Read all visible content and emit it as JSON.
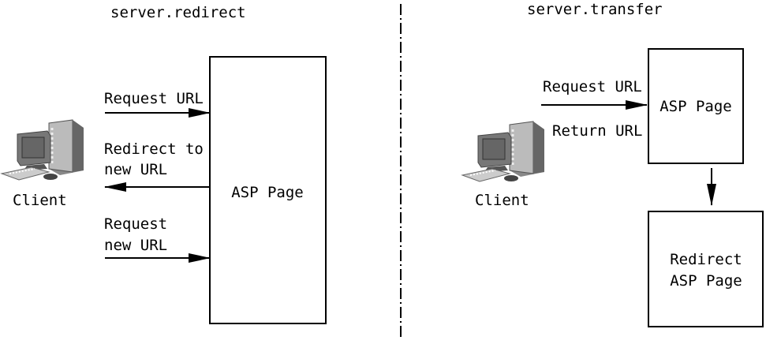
{
  "left": {
    "title": "server.redirect",
    "client_label": "Client",
    "box_label": "ASP Page",
    "arrow1_label": "Request URL",
    "arrow2_label_line1": "Redirect to",
    "arrow2_label_line2": "new URL",
    "arrow3_label_line1": "Request",
    "arrow3_label_line2": "new URL"
  },
  "right": {
    "title": "server.transfer",
    "client_label": "Client",
    "box_label": "ASP Page",
    "request_label": "Request URL",
    "return_label": "Return URL",
    "redirect_box_line1": "Redirect",
    "redirect_box_line2": "ASP Page"
  }
}
